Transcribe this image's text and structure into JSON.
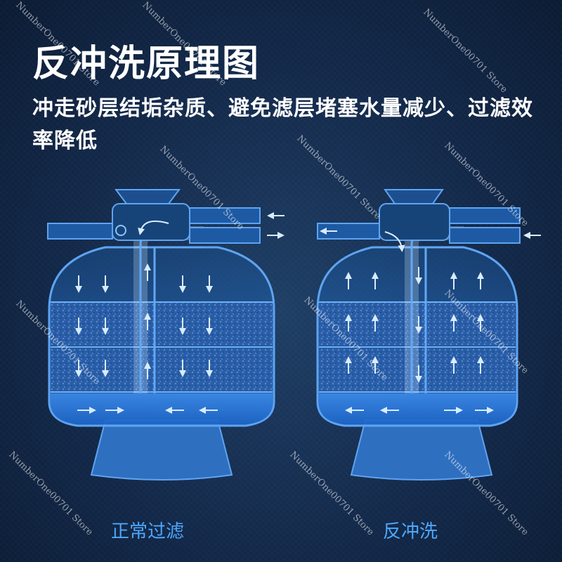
{
  "title": "反冲洗原理图",
  "subtitle": "冲走砂层结垢杂质、避免滤层堵塞水量减少、过滤效率降低",
  "captions": {
    "normal": "正常过滤",
    "backwash": "反冲洗"
  },
  "watermark": "NumberOne00701 Store",
  "colors": {
    "pipe": "#3b8fe8",
    "water": "#1e72d6",
    "arrow": "#cfe6ff",
    "caption": "#4da8ff"
  }
}
